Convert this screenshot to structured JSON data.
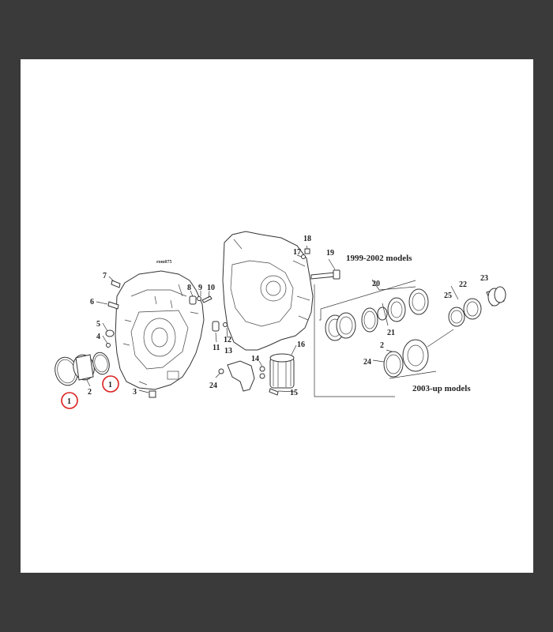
{
  "diagram": {
    "ref_code": "rom075",
    "captions": {
      "upper_models": "1999-2002 models",
      "lower_models": "2003-up models"
    },
    "labels": {
      "n1a": "1",
      "n1b": "1",
      "n2a": "2",
      "n2b": "2",
      "n3": "3",
      "n4": "4",
      "n5": "5",
      "n6": "6",
      "n7": "7",
      "n8": "8",
      "n9": "9",
      "n10": "10",
      "n11": "11",
      "n12": "12",
      "n13": "13",
      "n14": "14",
      "n15": "15",
      "n16": "16",
      "n17": "17",
      "n18": "18",
      "n19": "19",
      "n20": "20",
      "n21": "21",
      "n22": "22",
      "n23": "23",
      "n24a": "24",
      "n24b": "24",
      "n25": "25"
    },
    "highlight_color": "#d9201e"
  }
}
